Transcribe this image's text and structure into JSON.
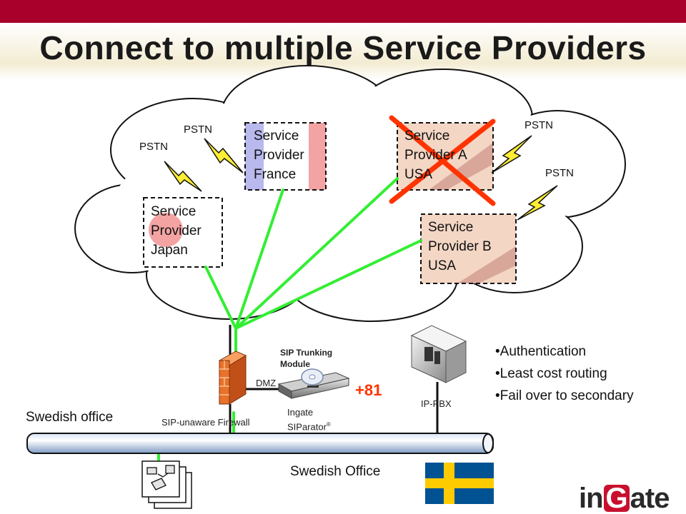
{
  "title": "Connect to multiple Service Providers",
  "providers": {
    "japan": [
      "Service",
      "Provider",
      "Japan"
    ],
    "france": [
      "Service",
      "Provider",
      "France"
    ],
    "usa_a": [
      "Service",
      "Provider A",
      "USA"
    ],
    "usa_b": [
      "Service",
      "Provider B",
      "USA"
    ]
  },
  "pstn_label": "PSTN",
  "labels": {
    "module": [
      "SIP Trunking",
      "Module"
    ],
    "dmz": "DMZ",
    "siparator": [
      "Ingate",
      "SIParator"
    ],
    "registered": "®",
    "firewall": "SIP-unaware Firewall",
    "ip_pbx": "IP-PBX",
    "swedish_office": "Swedish office",
    "swedish_office_bottom": "Swedish Office",
    "prefix": "+81"
  },
  "bullets": [
    "•Authentication",
    "•Least cost routing",
    "•Fail over to secondary"
  ],
  "logo": {
    "prefix": "in",
    "highlight": "G",
    "suffix": "ate"
  },
  "colors": {
    "accent": "#a8002a",
    "link": "#33ee33",
    "cross": "#ff3300",
    "sweden_blue": "#005293",
    "sweden_yellow": "#fecb00"
  },
  "icons": [
    "firewall-icon",
    "server-icon",
    "siparator-device-icon",
    "sip-module-cd-icon",
    "phones-icon",
    "sweden-flag-icon",
    "lightning-icon",
    "cross-icon",
    "cloud-icon"
  ]
}
